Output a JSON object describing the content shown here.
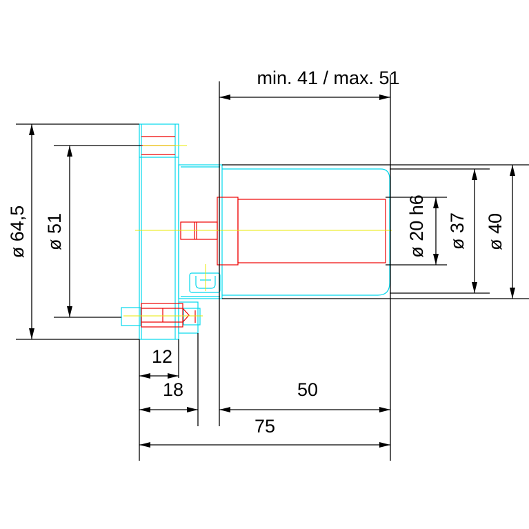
{
  "drawing": {
    "dimensions": {
      "stroke_range": "min. 41 / max. 51",
      "dia_flange": "ø 64,5",
      "dia_bolt_circle": "ø 51",
      "dia_shaft": "ø 20 h6",
      "dia_rod": "ø 37",
      "dia_body": "ø 40",
      "len_12": "12",
      "len_18": "18",
      "len_50": "50",
      "len_75": "75"
    },
    "colors": {
      "dimension": "#000000",
      "contour": "#00d8ec",
      "part": "#ee0000",
      "centerline": "#e8e800",
      "background": "#ffffff"
    }
  }
}
